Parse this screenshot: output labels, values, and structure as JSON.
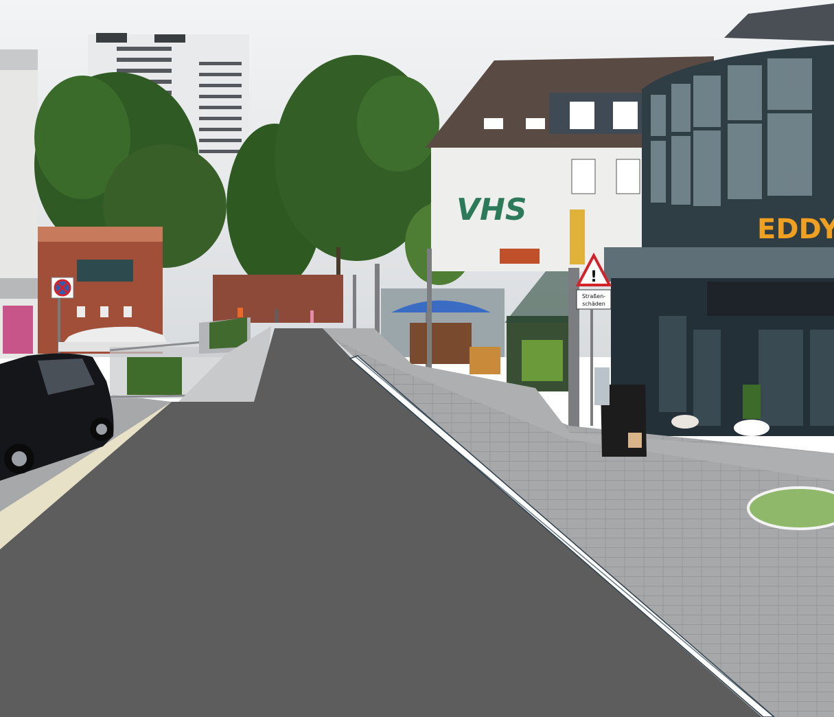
{
  "scene": {
    "vhs_sign": "VHS",
    "shop_sign": "EDDY",
    "warning_sign_text": "Straßen-\nschäden",
    "warning_sign_line1": "Straßen-",
    "warning_sign_line2": "schäden"
  },
  "colors": {
    "sky": "#e6e8ea",
    "asphalt": "#5d5d5d",
    "pavement": "#a3a4a6",
    "vhs_green": "#2d7a5a",
    "eddy_orange": "#f0a021",
    "roof": "#5a4a44",
    "glass_frame": "#2f3d45",
    "umbrella_blue": "#3a6cc4",
    "green_circle": "#8fb86a"
  }
}
